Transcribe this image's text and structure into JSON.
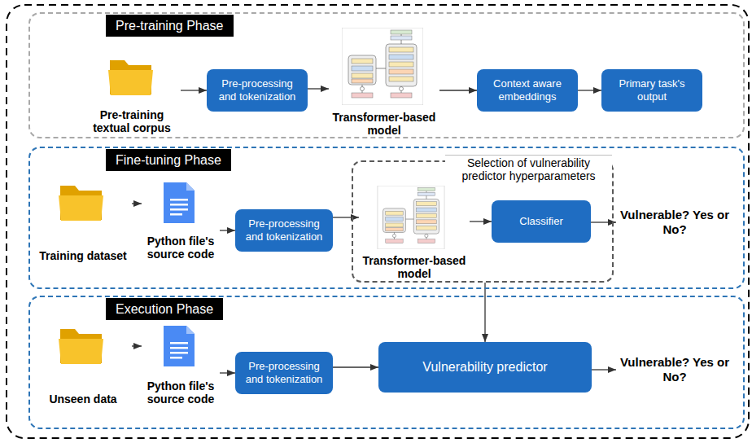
{
  "diagram": {
    "nodes": [
      {
        "text": [
          "Pre-training Phase"
        ]
      },
      {
        "text": [
          "Pre-training textual corpus"
        ],
        "in": 0
      },
      {
        "text": [
          "Pre-processing and tokenization"
        ],
        "in": 0
      },
      {
        "text": [
          "Transformer-based model"
        ],
        "in": 0
      },
      {
        "text": [
          "Context aware embeddings"
        ],
        "in": 0
      },
      {
        "text": [
          "Primary task's output"
        ],
        "in": 0
      },
      {
        "text": [
          "Fine-tuning Phase"
        ]
      },
      {
        "text": [
          "Training dataset"
        ],
        "in": 6
      },
      {
        "text": [
          "Python file's source code"
        ],
        "in": 6
      },
      {
        "text": [
          "Pre-processing and tokenization"
        ],
        "in": 6
      },
      {
        "text": [
          "Selection of vulnerability predictor hyperparameters"
        ],
        "in": 6
      },
      {
        "text": [
          "Transformer-based model"
        ],
        "in": 10
      },
      {
        "text": [
          "Classifier"
        ],
        "in": 10
      },
      {
        "text": [
          "Vulnerable? Yes or No?"
        ],
        "in": 6
      },
      {
        "text": [
          "Execution Phase"
        ]
      },
      {
        "text": [
          "Unseen data"
        ],
        "in": 14
      },
      {
        "text": [
          "Python file's source code"
        ],
        "in": 14
      },
      {
        "text": [
          "Pre-processing and tokenization"
        ],
        "in": 14
      },
      {
        "text": [
          "Vulnerability predictor"
        ],
        "in": 14
      },
      {
        "text": [
          "Vulnerable? Yes or No?"
        ],
        "in": 14
      }
    ],
    "edges": [
      {
        "from": 1,
        "to": 2,
        "arrow": "to"
      },
      {
        "from": 2,
        "to": 3,
        "arrow": "to"
      },
      {
        "from": 3,
        "to": 4,
        "arrow": "to"
      },
      {
        "from": 4,
        "to": 5,
        "arrow": "to"
      },
      {
        "from": 7,
        "to": 8,
        "arrow": "to"
      },
      {
        "from": 8,
        "to": 9,
        "arrow": "to"
      },
      {
        "from": 9,
        "to": 11,
        "arrow": "to"
      },
      {
        "from": 11,
        "to": 12,
        "arrow": "to"
      },
      {
        "from": 12,
        "to": 13,
        "arrow": "to"
      },
      {
        "from": 10,
        "to": 18,
        "arrow": "to"
      },
      {
        "from": 15,
        "to": 16,
        "arrow": "to"
      },
      {
        "from": 16,
        "to": 17,
        "arrow": "to"
      },
      {
        "from": 17,
        "to": 18,
        "arrow": "to"
      },
      {
        "from": 18,
        "to": 19,
        "arrow": "to"
      }
    ]
  }
}
